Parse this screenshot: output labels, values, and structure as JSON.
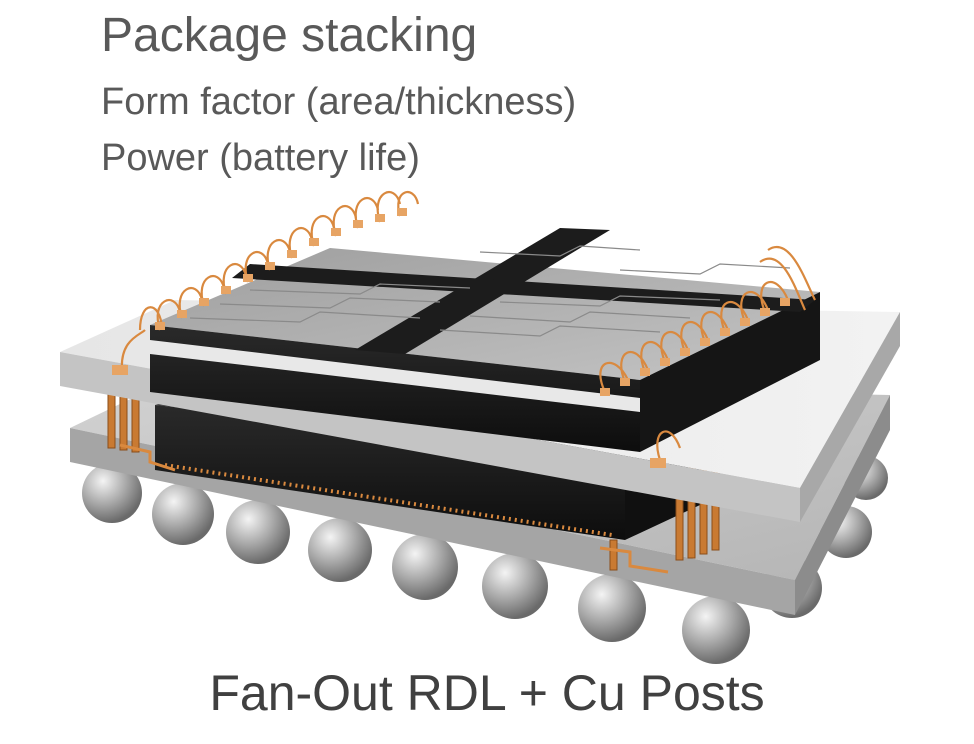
{
  "title": "Package stacking",
  "bullets": [
    "Form factor (area/thickness)",
    "Power (battery life)"
  ],
  "caption": "Fan-Out RDL + Cu Posts",
  "colors": {
    "text": "#595959",
    "caption": "#404040",
    "copper": "#d9893f",
    "die": "#1a1a1a",
    "substrate": "#c8c8c8",
    "ball": "#9a9a9a"
  },
  "icons": [
    "solder-ball-icon",
    "wire-bond-icon",
    "cu-post-icon"
  ]
}
